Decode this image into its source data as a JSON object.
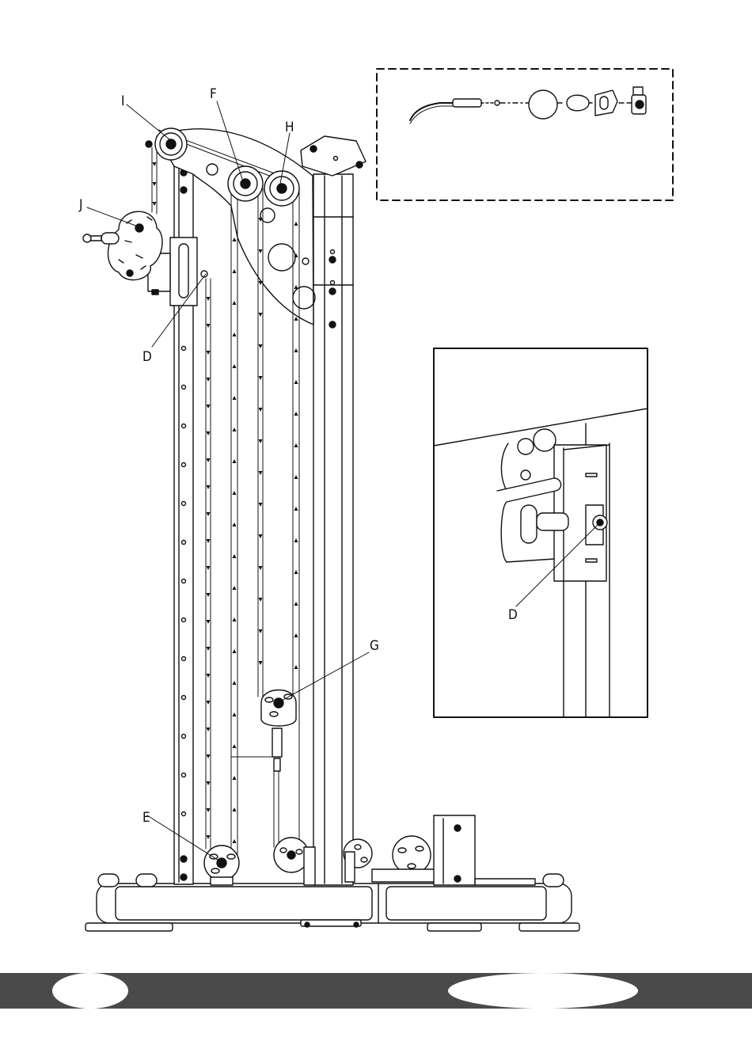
{
  "callouts": {
    "I": "I",
    "F": "F",
    "H": "H",
    "J": "J",
    "D_main": "D",
    "G": "G",
    "E": "E",
    "D_inset": "D"
  },
  "footer": {
    "page_left": "",
    "page_right": ""
  }
}
